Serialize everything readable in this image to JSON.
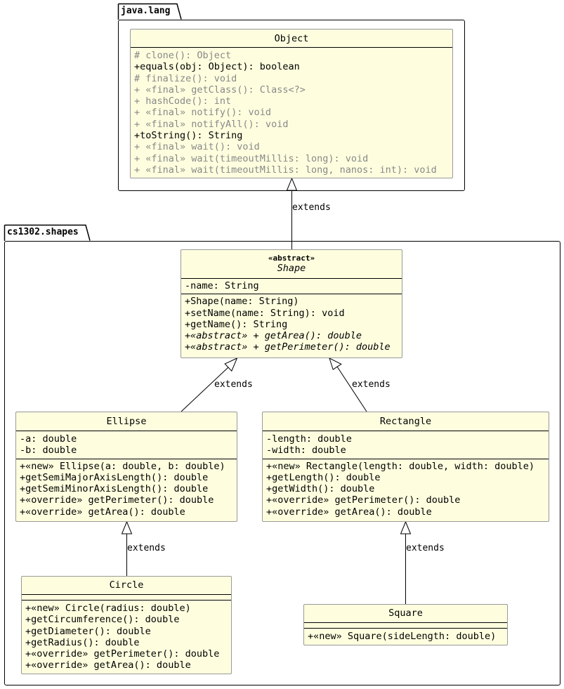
{
  "packages": {
    "java_lang": "java.lang",
    "cs1302_shapes": "cs1302.shapes"
  },
  "relation_label": "extends",
  "classes": {
    "object": {
      "name": "Object",
      "methods": [
        {
          "text": "# clone(): Object",
          "inherited": true
        },
        {
          "text": "+equals(obj: Object): boolean",
          "inherited": false
        },
        {
          "text": "# finalize(): void",
          "inherited": true
        },
        {
          "text": "+ «final» getClass(): Class<?>",
          "inherited": true
        },
        {
          "text": "+ hashCode(): int",
          "inherited": true
        },
        {
          "text": "+ «final» notify(): void",
          "inherited": true
        },
        {
          "text": "+ «final» notifyAll(): void",
          "inherited": true
        },
        {
          "text": "+toString(): String",
          "inherited": false
        },
        {
          "text": "+ «final» wait(): void",
          "inherited": true
        },
        {
          "text": "+ «final» wait(timeoutMillis: long): void",
          "inherited": true
        },
        {
          "text": "+ «final» wait(timeoutMillis: long, nanos: int): void",
          "inherited": true
        }
      ]
    },
    "shape": {
      "stereotype": "«abstract»",
      "name": "Shape",
      "attributes": [
        "-name: String"
      ],
      "methods": [
        {
          "text": "+Shape(name: String)",
          "abstract": false
        },
        {
          "text": "+setName(name: String): void",
          "abstract": false
        },
        {
          "text": "+getName(): String",
          "abstract": false
        },
        {
          "text": "+«abstract» + getArea(): double",
          "abstract": true
        },
        {
          "text": "+«abstract» + getPerimeter(): double",
          "abstract": true
        }
      ]
    },
    "ellipse": {
      "name": "Ellipse",
      "attributes": [
        "-a: double",
        "-b: double"
      ],
      "methods": [
        "+«new» Ellipse(a: double, b: double)",
        "+getSemiMajorAxisLength(): double",
        "+getSemiMinorAxisLength(): double",
        "+«override» getPerimeter(): double",
        "+«override» getArea(): double"
      ]
    },
    "rectangle": {
      "name": "Rectangle",
      "attributes": [
        "-length: double",
        "-width: double"
      ],
      "methods": [
        "+«new» Rectangle(length: double, width: double)",
        "+getLength(): double",
        "+getWidth(): double",
        "+«override» getPerimeter(): double",
        "+«override» getArea(): double"
      ]
    },
    "circle": {
      "name": "Circle",
      "attributes": [],
      "methods": [
        "+«new» Circle(radius: double)",
        "+getCircumference(): double",
        "+getDiameter(): double",
        "+getRadius(): double",
        "+«override» getPerimeter(): double",
        "+«override» getArea(): double"
      ]
    },
    "square": {
      "name": "Square",
      "attributes": [],
      "methods": [
        "+«new» Square(sideLength: double)"
      ]
    }
  },
  "relations": [
    {
      "from": "Shape",
      "to": "Object",
      "label": "extends"
    },
    {
      "from": "Ellipse",
      "to": "Shape",
      "label": "extends"
    },
    {
      "from": "Rectangle",
      "to": "Shape",
      "label": "extends"
    },
    {
      "from": "Circle",
      "to": "Ellipse",
      "label": "extends"
    },
    {
      "from": "Square",
      "to": "Rectangle",
      "label": "extends"
    }
  ]
}
